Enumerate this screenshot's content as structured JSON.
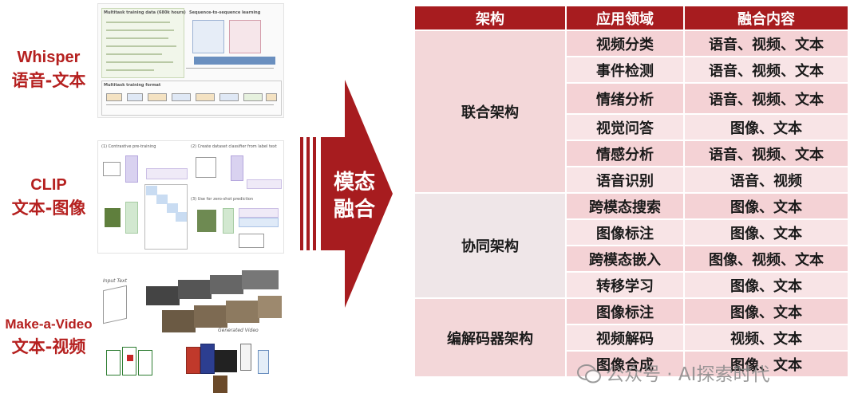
{
  "left_models": [
    {
      "name": "Whisper",
      "type": "语音-文本"
    },
    {
      "name": "CLIP",
      "type": "文本-图像"
    },
    {
      "name": "Make-a-Video",
      "type": "文本-视频"
    }
  ],
  "arrow_label_line1": "模态",
  "arrow_label_line2": "融合",
  "thumb_text": {
    "whisper_title1": "Multitask training data (680k hours)",
    "whisper_title2": "Sequence-to-sequence learning",
    "whisper_title3": "Multitask training format",
    "clip_t1": "(1) Contrastive pre-training",
    "clip_t2": "(2) Create dataset classifier from label text",
    "clip_t3": "(3) Use for zero-shot prediction",
    "mav_t1": "Input Text",
    "mav_t2": "Generated Video"
  },
  "table": {
    "headers": [
      "架构",
      "应用领域",
      "融合内容"
    ],
    "groups": [
      {
        "arch": "联合架构",
        "rows": [
          {
            "field": "视频分类",
            "content": "语音、视频、文本"
          },
          {
            "field": "事件检测",
            "content": "语音、视频、文本"
          },
          {
            "field": "情绪分析",
            "content": "语音、视频、文本"
          },
          {
            "field": "视觉问答",
            "content": "图像、文本"
          },
          {
            "field": "情感分析",
            "content": "语音、视频、文本"
          },
          {
            "field": "语音识别",
            "content": "语音、视频"
          }
        ]
      },
      {
        "arch": "协同架构",
        "rows": [
          {
            "field": "跨模态搜索",
            "content": "图像、文本"
          },
          {
            "field": "图像标注",
            "content": "图像、文本"
          },
          {
            "field": "跨模态嵌入",
            "content": "图像、视频、文本"
          },
          {
            "field": "转移学习",
            "content": "图像、文本"
          }
        ]
      },
      {
        "arch": "编解码器架构",
        "rows": [
          {
            "field": "图像标注",
            "content": "图像、文本"
          },
          {
            "field": "视频解码",
            "content": "视频、文本"
          },
          {
            "field": "图像合成",
            "content": "图像、文本"
          }
        ]
      }
    ]
  },
  "watermark": "公众号 · AI探索时代",
  "colors": {
    "accent": "#a71c1f",
    "label_red": "#b5201f"
  }
}
